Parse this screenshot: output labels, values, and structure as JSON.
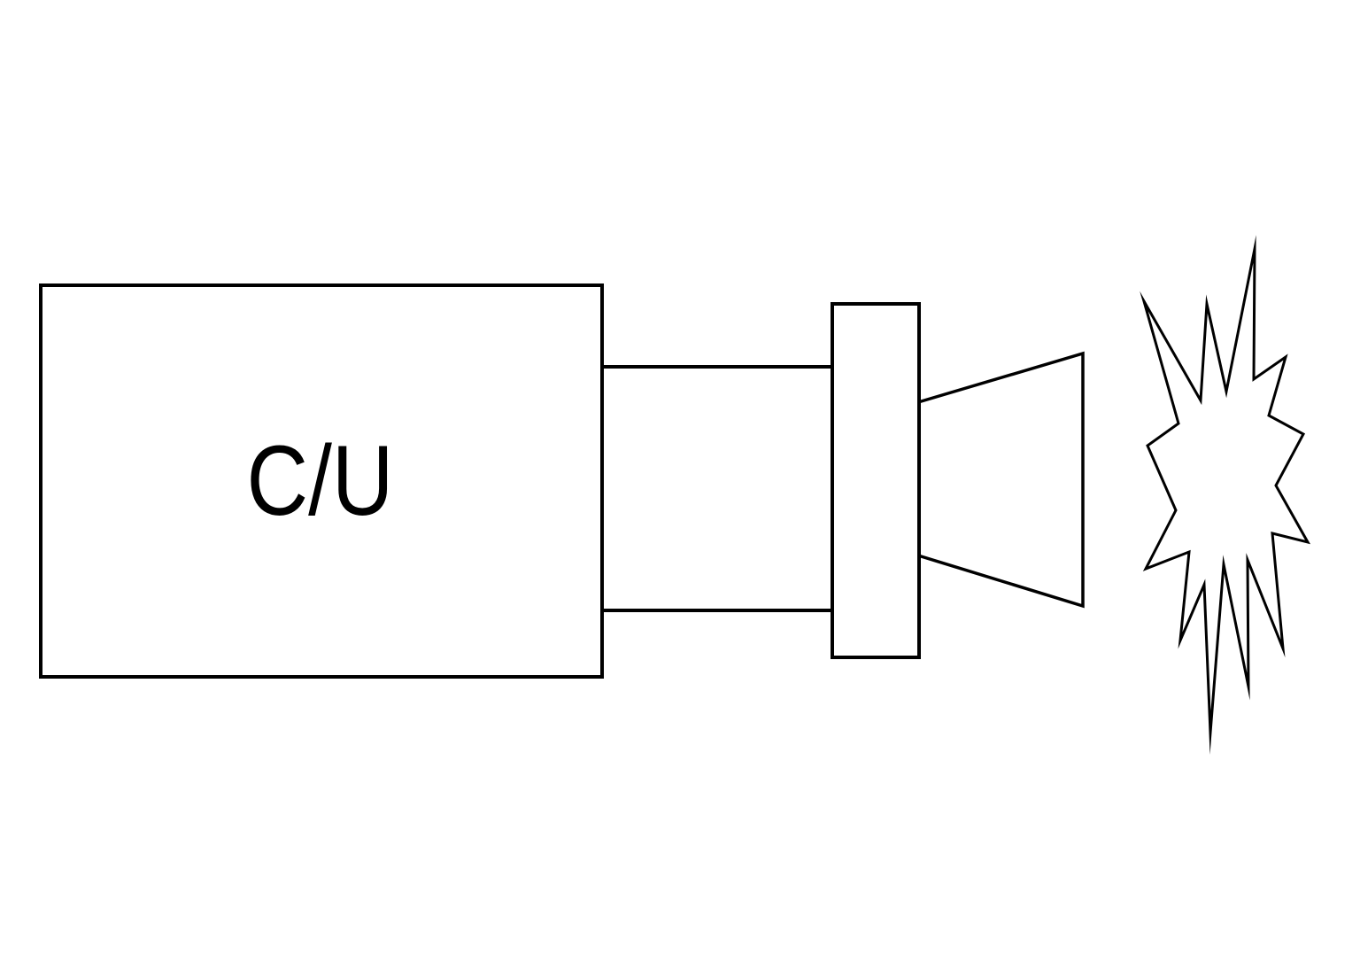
{
  "diagram": {
    "control_unit_label": "C/U",
    "colors": {
      "stroke": "#000000",
      "background": "#ffffff"
    },
    "shape_names": [
      "control-unit-box",
      "connector-duct",
      "transducer-plate",
      "horn-nozzle",
      "burst-star"
    ]
  }
}
